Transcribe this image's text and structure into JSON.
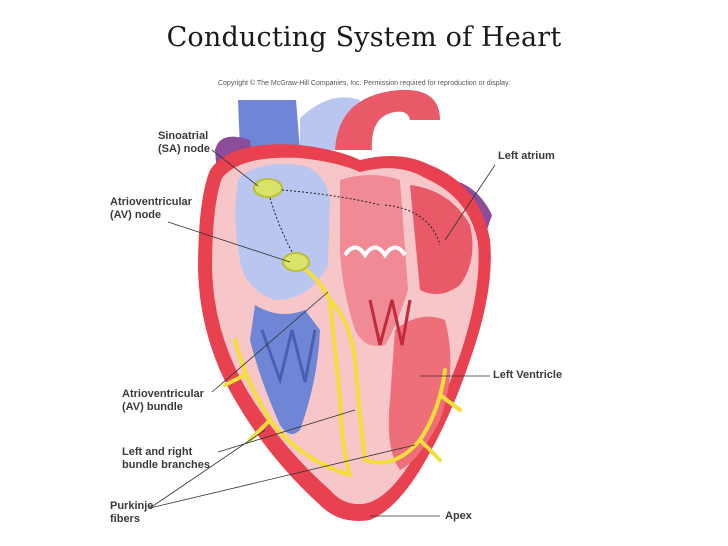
{
  "title": "Conducting System of Heart",
  "copyright": "Copyright © The McGraw-Hill Companies, Inc. Permission required for reproduction or display.",
  "labels": {
    "sa_node": "Sinoatrial\n(SA) node",
    "av_node": "Atrioventricular\n(AV) node",
    "av_bundle": "Atrioventricular\n(AV) bundle",
    "bundle_branches": "Left and right\nbundle branches",
    "purkinje": "Purkinje\nfibers",
    "left_atrium": "Left atrium",
    "left_ventricle": "Left Ventricle",
    "apex": "Apex"
  },
  "colors": {
    "myocardium": "#e8414f",
    "myocardium_light": "#f6c6c9",
    "right_side": "#6f86d6",
    "right_side_light": "#b9c6f0",
    "aorta": "#e95a68",
    "vessel_purple": "#8c4c9a",
    "conduction": "#f3de3a",
    "node": "#d9e36a"
  }
}
